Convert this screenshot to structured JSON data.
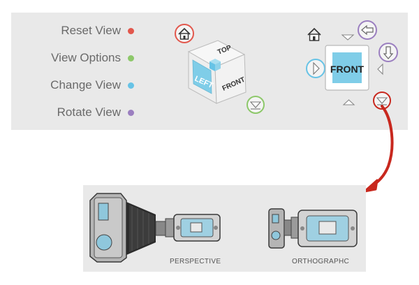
{
  "legend": [
    {
      "label": "Reset View",
      "color": "#e2574c"
    },
    {
      "label": "View Options",
      "color": "#8dc86a"
    },
    {
      "label": "Change View",
      "color": "#67c3e6"
    },
    {
      "label": "Rotate View",
      "color": "#9b7fc0"
    }
  ],
  "cube3d": {
    "top": "TOP",
    "left": "LEFT",
    "front": "FRONT"
  },
  "cube2d": {
    "face": "FRONT"
  },
  "captions": {
    "perspective": "PERSPECTIVE",
    "orthographic": "ORTHOGRAPHC"
  },
  "colors": {
    "panel": "#e9e9e9",
    "cube_face": "#f4f4f4",
    "highlight": "#7fcde8",
    "arrow_red": "#c8281e"
  },
  "icons": [
    "home-icon",
    "chevron-down-icon",
    "chevron-up-icon",
    "chevron-left-icon",
    "chevron-right-icon",
    "rotate-left-icon",
    "rotate-down-icon"
  ]
}
